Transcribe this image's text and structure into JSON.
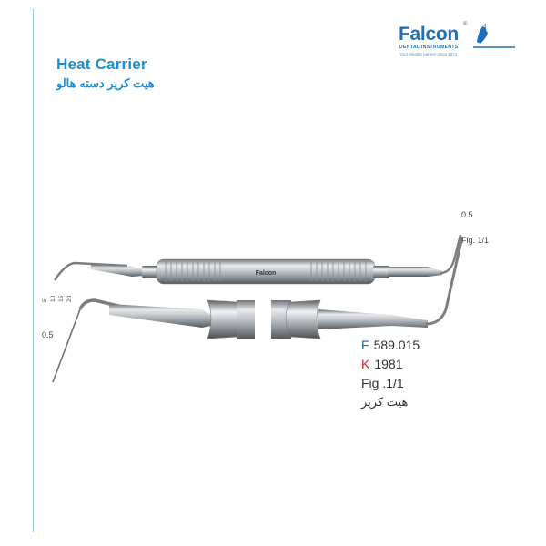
{
  "title": {
    "english": "Heat Carrier",
    "persian": "هیت کریر دسته هالو"
  },
  "brand": {
    "name": "Falcon",
    "registered": "®",
    "subtitle": "DENTAL INSTRUMENTS",
    "tagline": "Your reliable partner since 1971",
    "handle_engraving": "Falcon",
    "color": "#1d6fb8"
  },
  "instrument_labels": {
    "top_tip_size": "0.5",
    "top_figure": "Fig. 1/1",
    "left_tip_size": "0.5",
    "depth_marks": [
      "5",
      "10",
      "15",
      "20"
    ]
  },
  "product": {
    "f_prefix": "F",
    "f_code": "589.015",
    "k_prefix": "K",
    "k_code": "1981",
    "figure": "Fig .1/1",
    "persian_name": "هیت کریر"
  },
  "colors": {
    "accent_blue": "#1b8fd3",
    "f_blue": "#1b6ab3",
    "k_red": "#d0202a"
  }
}
